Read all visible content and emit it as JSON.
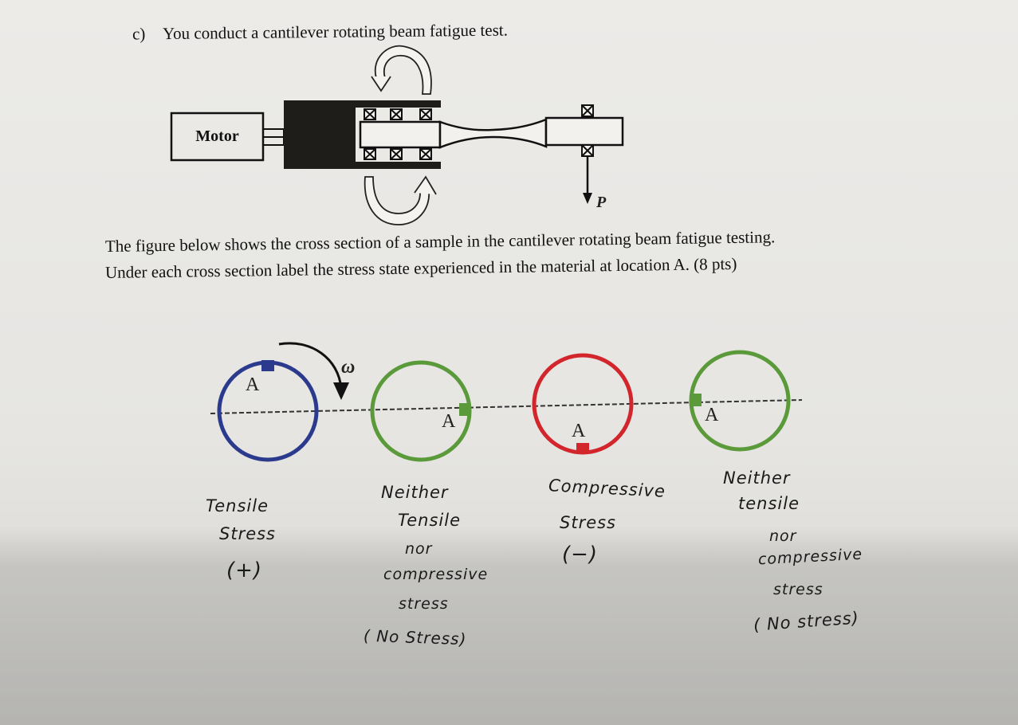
{
  "question": {
    "letter": "c)",
    "text": "You conduct a cantilever rotating beam fatigue test."
  },
  "apparatus": {
    "motor_label": "Motor",
    "load_label": "P"
  },
  "instructions": {
    "line1": "The figure below shows the cross section of a sample in the cantilever rotating beam fatigue testing.",
    "line2": "Under each cross section label the stress state experienced in the material at location A. (8 pts)"
  },
  "cross_sections": {
    "omega_label": "ω",
    "point_label": "A",
    "colors": {
      "tensile": "#2b3a8c",
      "neutral": "#5b9a3a",
      "compressive": "#d2262c"
    },
    "items": [
      {
        "point": "A",
        "position": "top",
        "color_key": "tensile"
      },
      {
        "point": "A",
        "position": "right",
        "color_key": "neutral"
      },
      {
        "point": "A",
        "position": "bottom",
        "color_key": "compressive"
      },
      {
        "point": "A",
        "position": "left",
        "color_key": "neutral"
      }
    ]
  },
  "answers": {
    "a1": {
      "l1": "Tensile",
      "l2": "Stress",
      "l3": "(+)"
    },
    "a2": {
      "l1": "Neither",
      "l2": "Tensile",
      "l3": "nor",
      "l4": "compressive",
      "l5": "stress",
      "l6": "( No Stress)"
    },
    "a3": {
      "l1": "Compressive",
      "l2": "Stress",
      "l3": "(−)"
    },
    "a4": {
      "l1": "Neither",
      "l2": "tensile",
      "l3": "nor",
      "l4": "compressive",
      "l5": "stress",
      "l6": "( No stress)"
    }
  }
}
